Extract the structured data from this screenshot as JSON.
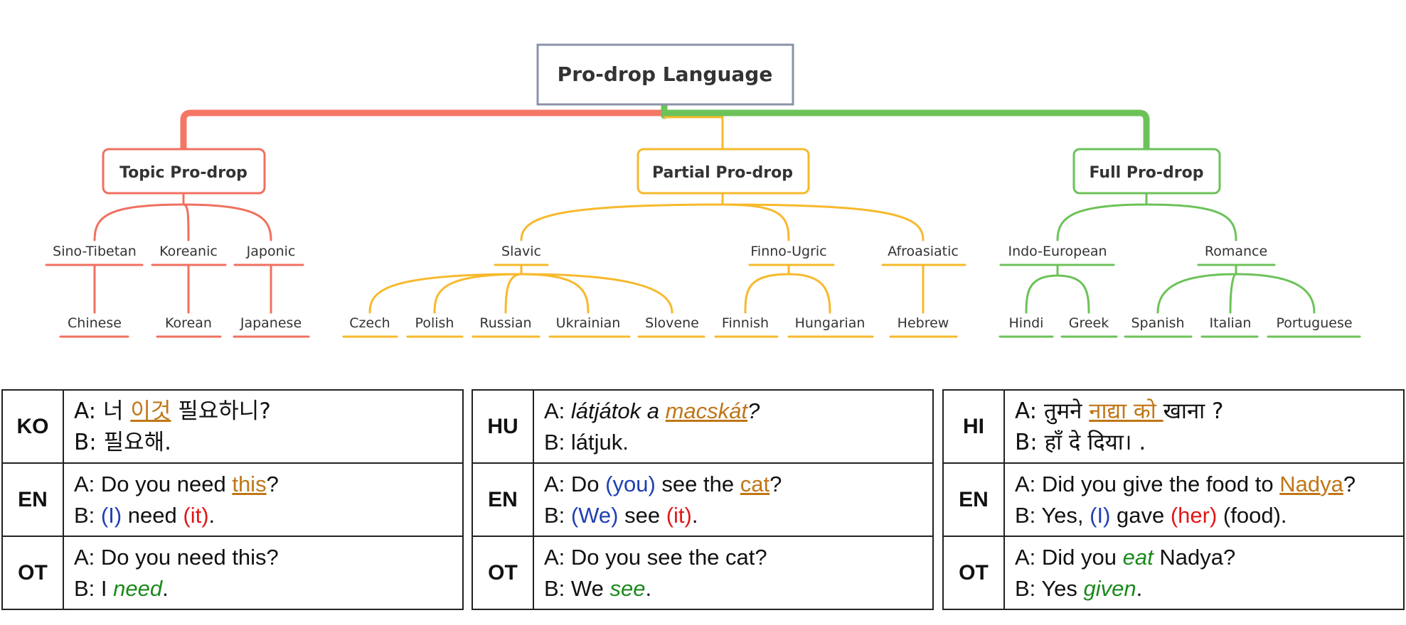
{
  "diagram": {
    "root": "Pro-drop Language",
    "colors": {
      "topic": "#f07060",
      "partial": "#f7b92c",
      "full": "#6cc258",
      "root_border": "#8a93a8"
    },
    "branches": [
      {
        "label": "Topic Pro-drop",
        "families": [
          {
            "name": "Sino-Tibetan",
            "languages": [
              "Chinese"
            ]
          },
          {
            "name": "Koreanic",
            "languages": [
              "Korean"
            ]
          },
          {
            "name": "Japonic",
            "languages": [
              "Japanese"
            ]
          }
        ]
      },
      {
        "label": "Partial Pro-drop",
        "families": [
          {
            "name": "Slavic",
            "languages": [
              "Czech",
              "Polish",
              "Russian",
              "Ukrainian",
              "Slovene"
            ]
          },
          {
            "name": "Finno-Ugric",
            "languages": [
              "Finnish",
              "Hungarian"
            ]
          },
          {
            "name": "Afroasiatic",
            "languages": [
              "Hebrew"
            ]
          }
        ]
      },
      {
        "label": "Full Pro-drop",
        "families": [
          {
            "name": "Indo-European",
            "languages": [
              "Hindi",
              "Greek"
            ]
          },
          {
            "name": "Romance",
            "languages": [
              "Spanish",
              "Italian",
              "Portuguese"
            ]
          }
        ]
      }
    ]
  },
  "tables": [
    {
      "rows": [
        {
          "code": "KO",
          "a": [
            "A: 너 ",
            "이것",
            " 필요하니?"
          ],
          "b": [
            "B: 필요해."
          ]
        },
        {
          "code": "EN",
          "a": [
            "A: Do you need ",
            "this",
            "?"
          ],
          "b": [
            "B: ",
            "(I)",
            " need ",
            "(it)",
            "."
          ]
        },
        {
          "code": "OT",
          "a": [
            "A: Do you need this?"
          ],
          "b": [
            "B: I ",
            "need",
            "."
          ]
        }
      ]
    },
    {
      "rows": [
        {
          "code": "HU",
          "a": [
            "A: ",
            "látjátok a ",
            "macskát",
            "?"
          ],
          "b": [
            "B: látjuk."
          ]
        },
        {
          "code": "EN",
          "a": [
            "A: Do ",
            "(you)",
            " see the ",
            "cat",
            "?"
          ],
          "b": [
            "B: ",
            "(We)",
            " see ",
            "(it)",
            "."
          ]
        },
        {
          "code": "OT",
          "a": [
            "A: Do you see the cat?"
          ],
          "b": [
            "B: We ",
            "see",
            "."
          ]
        }
      ]
    },
    {
      "rows": [
        {
          "code": "HI",
          "a": [
            "A: तुमने ",
            "नाद्या को ",
            "खाना ?"
          ],
          "b": [
            "B: हाँ दे दिया। ."
          ]
        },
        {
          "code": "EN",
          "a": [
            "A: Did you give the food to ",
            "Nadya",
            "?"
          ],
          "b": [
            "B: Yes, ",
            "(I)",
            " gave ",
            "(her)",
            " (food)."
          ]
        },
        {
          "code": "OT",
          "a": [
            "A: Did you ",
            "eat",
            " Nadya?"
          ],
          "b": [
            "B: Yes ",
            "given",
            "."
          ]
        }
      ]
    }
  ]
}
